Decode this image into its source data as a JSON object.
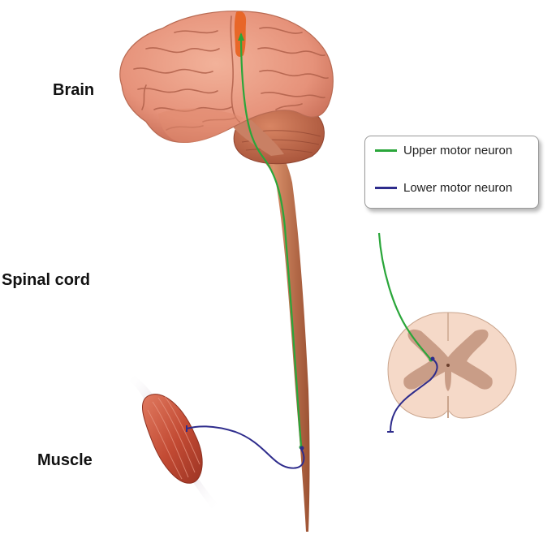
{
  "labels": {
    "brain": "Brain",
    "spinal_cord": "Spinal cord",
    "muscle": "Muscle"
  },
  "legend": {
    "items": [
      {
        "label": "Upper motor neuron",
        "color": "#2aa63a"
      },
      {
        "label": "Lower motor neuron",
        "color": "#2e2c8c"
      }
    ]
  },
  "colors": {
    "brain": "#e8977c",
    "brain_dark": "#b8604a",
    "cerebellum": "#c8704f",
    "spinal_cord": "#c77a58",
    "motor_cortex": "#e65a1a",
    "muscle": "#c9563e",
    "cord_section": "#f5d9c8",
    "gray_matter": "#c99d87"
  }
}
